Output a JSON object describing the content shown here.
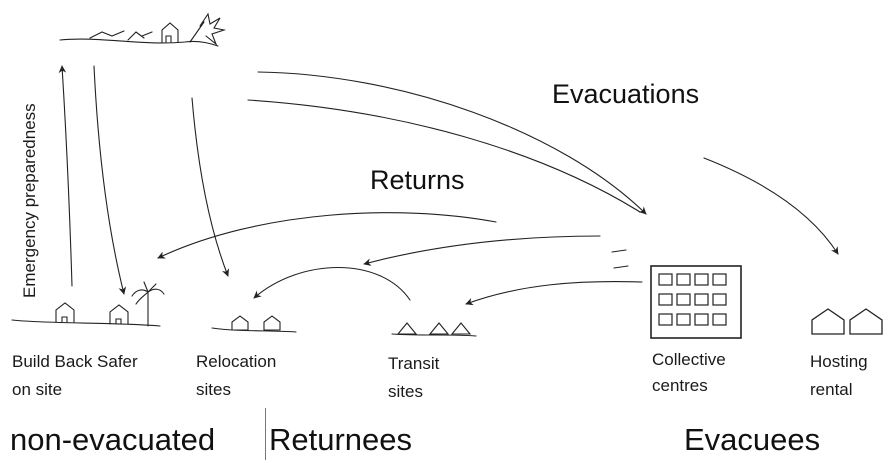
{
  "flow_labels": {
    "evacuations": "Evacuations",
    "returns": "Returns",
    "emergency_preparedness": "Emergency preparedness"
  },
  "destinations": {
    "build_back_safer": [
      "Build Back Safer",
      "on site"
    ],
    "relocation": [
      "Relocation",
      "sites"
    ],
    "transit": [
      "Transit",
      "sites"
    ],
    "collective": [
      "Collective",
      "centres"
    ],
    "hosting": [
      "Hosting",
      "rental"
    ]
  },
  "groups": {
    "non_evacuated": "non-evacuated",
    "returnees": "Returnees",
    "evacuees": "Evacuees"
  }
}
